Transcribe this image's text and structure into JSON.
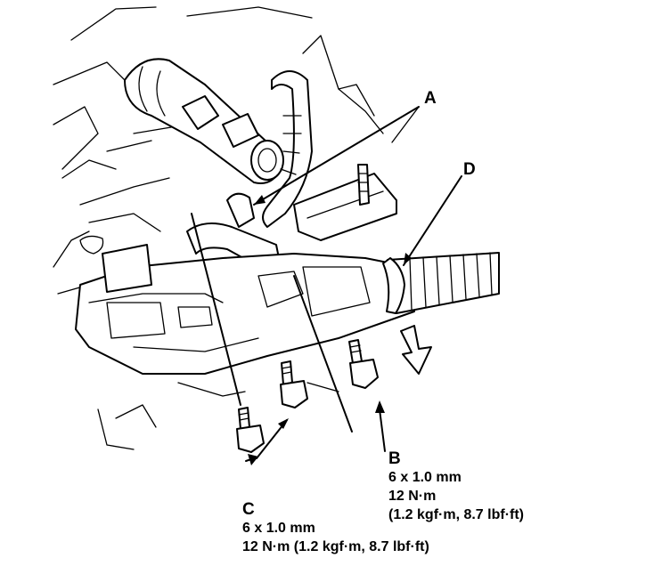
{
  "labels": {
    "a": "A",
    "b": "B",
    "c": "C",
    "d": "D"
  },
  "spec_b": {
    "size": "6 x 1.0 mm",
    "torque": "12 N·m",
    "torque_alt": "(1.2 kgf·m, 8.7 lbf·ft)"
  },
  "spec_c": {
    "size": "6 x 1.0 mm",
    "torque": "12 N·m (1.2 kgf·m, 8.7 lbf·ft)"
  }
}
